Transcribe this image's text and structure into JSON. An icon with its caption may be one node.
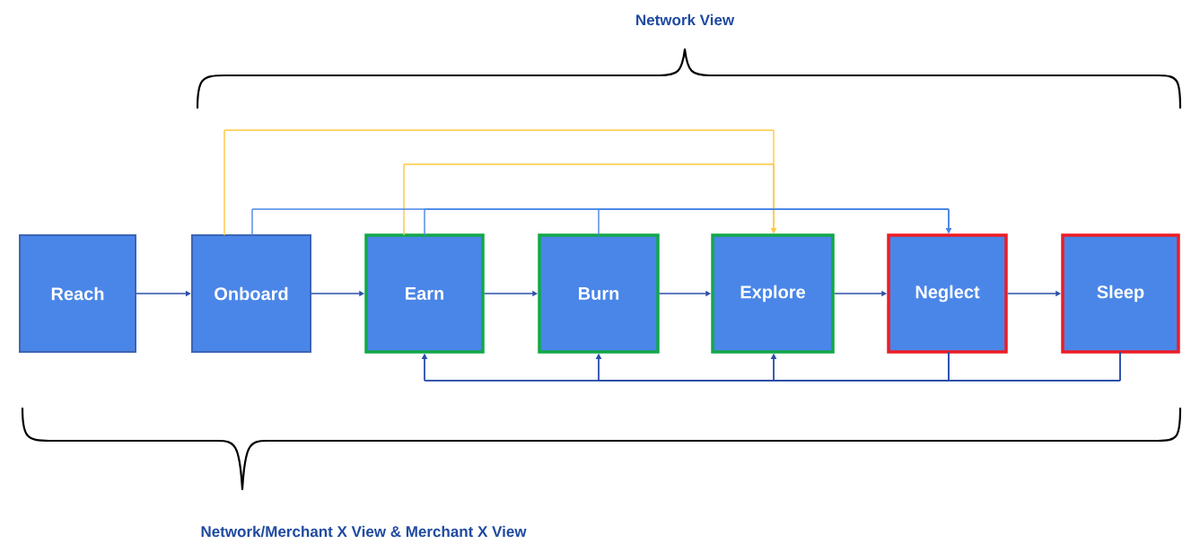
{
  "diagram": {
    "nodes": [
      {
        "text": [
          "Reach"
        ]
      },
      {
        "text": [
          "Onboard"
        ]
      },
      {
        "text": [
          "Earn"
        ]
      },
      {
        "text": [
          "Burn"
        ]
      },
      {
        "text": [
          "Explore"
        ]
      },
      {
        "text": [
          "Neglect"
        ]
      },
      {
        "text": [
          "Sleep"
        ]
      }
    ],
    "edges": [
      {
        "from": 0,
        "to": 1,
        "arrow": "to"
      },
      {
        "from": 1,
        "to": 2,
        "arrow": "to"
      },
      {
        "from": 2,
        "to": 3,
        "arrow": "to"
      },
      {
        "from": 3,
        "to": 4,
        "arrow": "to"
      },
      {
        "from": 4,
        "to": 5,
        "arrow": "to"
      },
      {
        "from": 5,
        "to": 6,
        "arrow": "to"
      },
      {
        "from": 1,
        "to": 4,
        "arrow": "to",
        "color": "#ffc83d"
      },
      {
        "from": 2,
        "to": 4,
        "arrow": "to",
        "color": "#ffc83d"
      },
      {
        "from": 1,
        "to": 5,
        "arrow": "to",
        "color": "#4a86e8"
      },
      {
        "from": 2,
        "to": 5,
        "arrow": "to",
        "color": "#4a86e8"
      },
      {
        "from": 3,
        "to": 5,
        "arrow": "to",
        "color": "#4a86e8"
      },
      {
        "from": 5,
        "to": 2,
        "arrow": "to"
      },
      {
        "from": 5,
        "to": 3,
        "arrow": "to"
      },
      {
        "from": 5,
        "to": 4,
        "arrow": "to"
      },
      {
        "from": 6,
        "to": 2,
        "arrow": "to"
      },
      {
        "from": 6,
        "to": 3,
        "arrow": "to"
      },
      {
        "from": 6,
        "to": 4,
        "arrow": "to"
      }
    ],
    "labels": [
      "Network View",
      "Network/Merchant X View & Merchant X View"
    ]
  }
}
